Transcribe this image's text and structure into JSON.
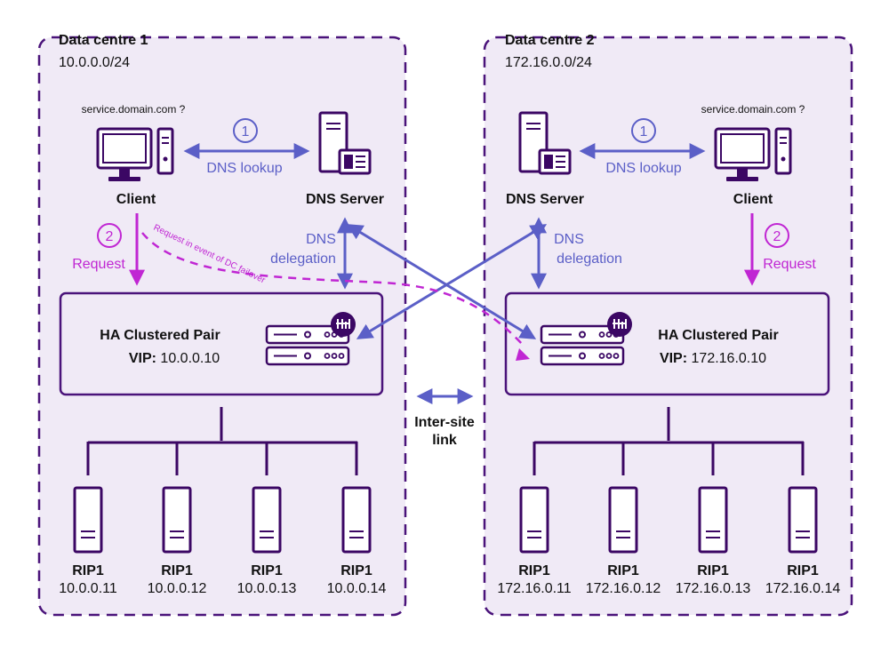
{
  "colors": {
    "zone_fill": "#f0eaf6",
    "zone_border": "#4a137a",
    "box_border": "#4a137a",
    "dark": "#3b0764",
    "blue_arrow": "#5b5fc7",
    "magenta": "#c026d3",
    "text": "#111111"
  },
  "dc1": {
    "title": "Data centre 1",
    "subnet": "10.0.0.0/24",
    "query": "service.domain.com ?",
    "client_label": "Client",
    "dns_label": "DNS Server",
    "lookup_step": "1",
    "lookup_label": "DNS lookup",
    "request_step": "2",
    "request_label": "Request",
    "delegation_label_1": "DNS",
    "delegation_label_2": "delegation",
    "failover_label": "Request in event of DC failover",
    "ha_title": "HA Clustered Pair",
    "vip_key": "VIP:",
    "vip_value": "10.0.0.10",
    "rips": [
      {
        "label": "RIP1",
        "ip": "10.0.0.11"
      },
      {
        "label": "RIP1",
        "ip": "10.0.0.12"
      },
      {
        "label": "RIP1",
        "ip": "10.0.0.13"
      },
      {
        "label": "RIP1",
        "ip": "10.0.0.14"
      }
    ]
  },
  "dc2": {
    "title": "Data centre 2",
    "subnet": "172.16.0.0/24",
    "query": "service.domain.com ?",
    "client_label": "Client",
    "dns_label": "DNS Server",
    "lookup_step": "1",
    "lookup_label": "DNS lookup",
    "request_step": "2",
    "request_label": "Request",
    "delegation_label_1": "DNS",
    "delegation_label_2": "delegation",
    "ha_title": "HA Clustered Pair",
    "vip_key": "VIP:",
    "vip_value": "172.16.0.10",
    "rips": [
      {
        "label": "RIP1",
        "ip": "172.16.0.11"
      },
      {
        "label": "RIP1",
        "ip": "172.16.0.12"
      },
      {
        "label": "RIP1",
        "ip": "172.16.0.13"
      },
      {
        "label": "RIP1",
        "ip": "172.16.0.14"
      }
    ]
  },
  "intersite": {
    "line1": "Inter-site",
    "line2": "link"
  }
}
